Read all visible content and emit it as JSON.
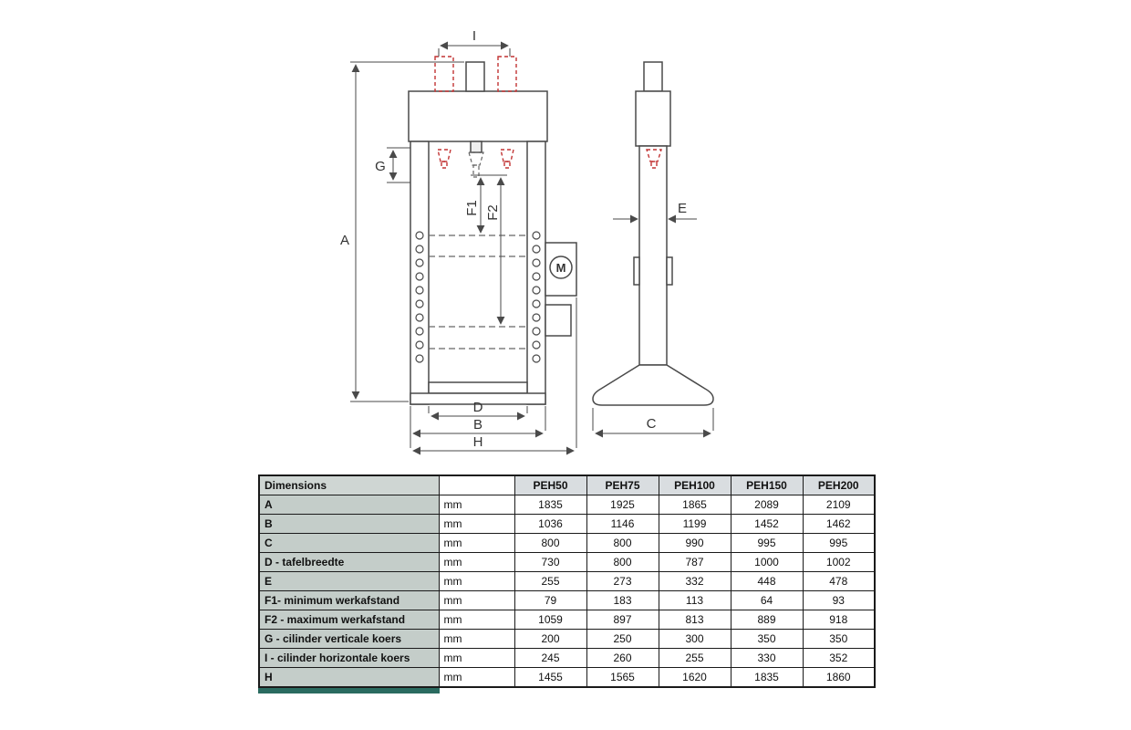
{
  "diagram": {
    "labels": {
      "A": "A",
      "B": "B",
      "C": "C",
      "D": "D",
      "E": "E",
      "F1": "F1",
      "F2": "F2",
      "G": "G",
      "I": "I",
      "H": "H",
      "motor": "M"
    },
    "colors": {
      "outline": "#4a4a4a",
      "red_dashed": "#c23434",
      "dim_line": "#4a4a4a"
    }
  },
  "table": {
    "title": "Dimensions",
    "unit_header": "",
    "models": [
      "PEH50",
      "PEH75",
      "PEH100",
      "PEH150",
      "PEH200"
    ],
    "rows": [
      {
        "label": "A",
        "unit": "mm",
        "values": [
          "1835",
          "1925",
          "1865",
          "2089",
          "2109"
        ]
      },
      {
        "label": "B",
        "unit": "mm",
        "values": [
          "1036",
          "1146",
          "1199",
          "1452",
          "1462"
        ]
      },
      {
        "label": "C",
        "unit": "mm",
        "values": [
          "800",
          "800",
          "990",
          "995",
          "995"
        ]
      },
      {
        "label": "D - tafelbreedte",
        "unit": "mm",
        "values": [
          "730",
          "800",
          "787",
          "1000",
          "1002"
        ]
      },
      {
        "label": "E",
        "unit": "mm",
        "values": [
          "255",
          "273",
          "332",
          "448",
          "478"
        ]
      },
      {
        "label": "F1- minimum werkafstand",
        "unit": "mm",
        "values": [
          "79",
          "183",
          "113",
          "64",
          "93"
        ]
      },
      {
        "label": "F2 - maximum werkafstand",
        "unit": "mm",
        "values": [
          "1059",
          "897",
          "813",
          "889",
          "918"
        ]
      },
      {
        "label": "G - cilinder verticale koers",
        "unit": "mm",
        "values": [
          "200",
          "250",
          "300",
          "350",
          "350"
        ]
      },
      {
        "label": "I - cilinder horizontale koers",
        "unit": "mm",
        "values": [
          "245",
          "260",
          "255",
          "330",
          "352"
        ]
      },
      {
        "label": "H",
        "unit": "mm",
        "values": [
          "1455",
          "1565",
          "1620",
          "1835",
          "1860"
        ]
      }
    ],
    "colors": {
      "label_bg": "#c4cdc9",
      "header_bg": "#d9dde0",
      "accent_strip": "#2a6b60"
    }
  }
}
